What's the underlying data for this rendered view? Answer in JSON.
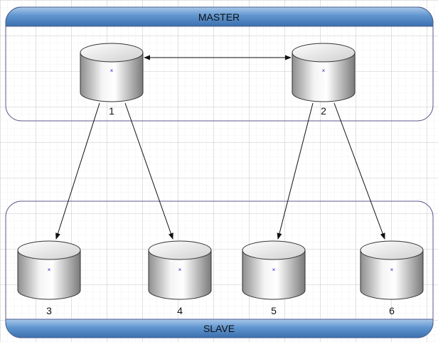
{
  "diagram": {
    "master_group": {
      "label": "MASTER"
    },
    "slave_group": {
      "label": "SLAVE"
    },
    "nodes": [
      {
        "id": "1",
        "label": "1",
        "tier": "master"
      },
      {
        "id": "2",
        "label": "2",
        "tier": "master"
      },
      {
        "id": "3",
        "label": "3",
        "tier": "slave"
      },
      {
        "id": "4",
        "label": "4",
        "tier": "slave"
      },
      {
        "id": "5",
        "label": "5",
        "tier": "slave"
      },
      {
        "id": "6",
        "label": "6",
        "tier": "slave"
      }
    ],
    "edges": [
      {
        "from": "1",
        "to": "2",
        "direction": "both"
      },
      {
        "from": "1",
        "to": "3",
        "direction": "forward"
      },
      {
        "from": "1",
        "to": "4",
        "direction": "forward"
      },
      {
        "from": "2",
        "to": "5",
        "direction": "forward"
      },
      {
        "from": "2",
        "to": "6",
        "direction": "forward"
      }
    ]
  },
  "colors": {
    "grid_line": "#c4c4c4",
    "group_border": "#5e5a8c",
    "header_band": "#4f87c4",
    "cylinder_stroke": "#333333",
    "edge": "#111111",
    "center_mark": "#2222cc"
  }
}
